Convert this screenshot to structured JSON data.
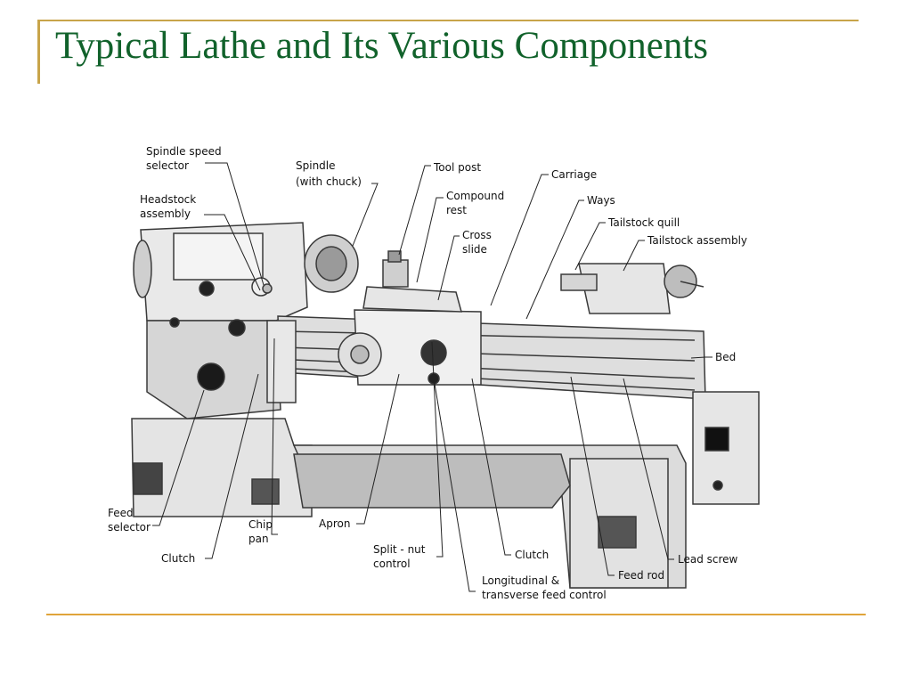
{
  "title": "Typical Lathe and Its Various Components",
  "labels": {
    "spindle_speed_selector": [
      "Spindle speed",
      "selector"
    ],
    "headstock_assembly": [
      "Headstock",
      "assembly"
    ],
    "spindle": [
      "Spindle",
      "(with chuck)"
    ],
    "tool_post": [
      "Tool post"
    ],
    "compound_rest": [
      "Compound",
      "rest"
    ],
    "cross_slide": [
      "Cross",
      "slide"
    ],
    "carriage": [
      "Carriage"
    ],
    "ways": [
      "Ways"
    ],
    "tailstock_quill": [
      "Tailstock quill"
    ],
    "tailstock_assembly": [
      "Tailstock assembly"
    ],
    "bed": [
      "Bed"
    ],
    "feed_selector": [
      "Feed",
      "selector"
    ],
    "chip_pan": [
      "Chip",
      "pan"
    ],
    "clutch_left": [
      "Clutch"
    ],
    "apron": [
      "Apron"
    ],
    "split_nut_control": [
      "Split - nut",
      "control"
    ],
    "clutch_right": [
      "Clutch"
    ],
    "longitudinal_feed_control": [
      "Longitudinal &",
      "transverse feed control"
    ],
    "feed_rod": [
      "Feed rod"
    ],
    "lead_screw": [
      "Lead screw"
    ]
  }
}
